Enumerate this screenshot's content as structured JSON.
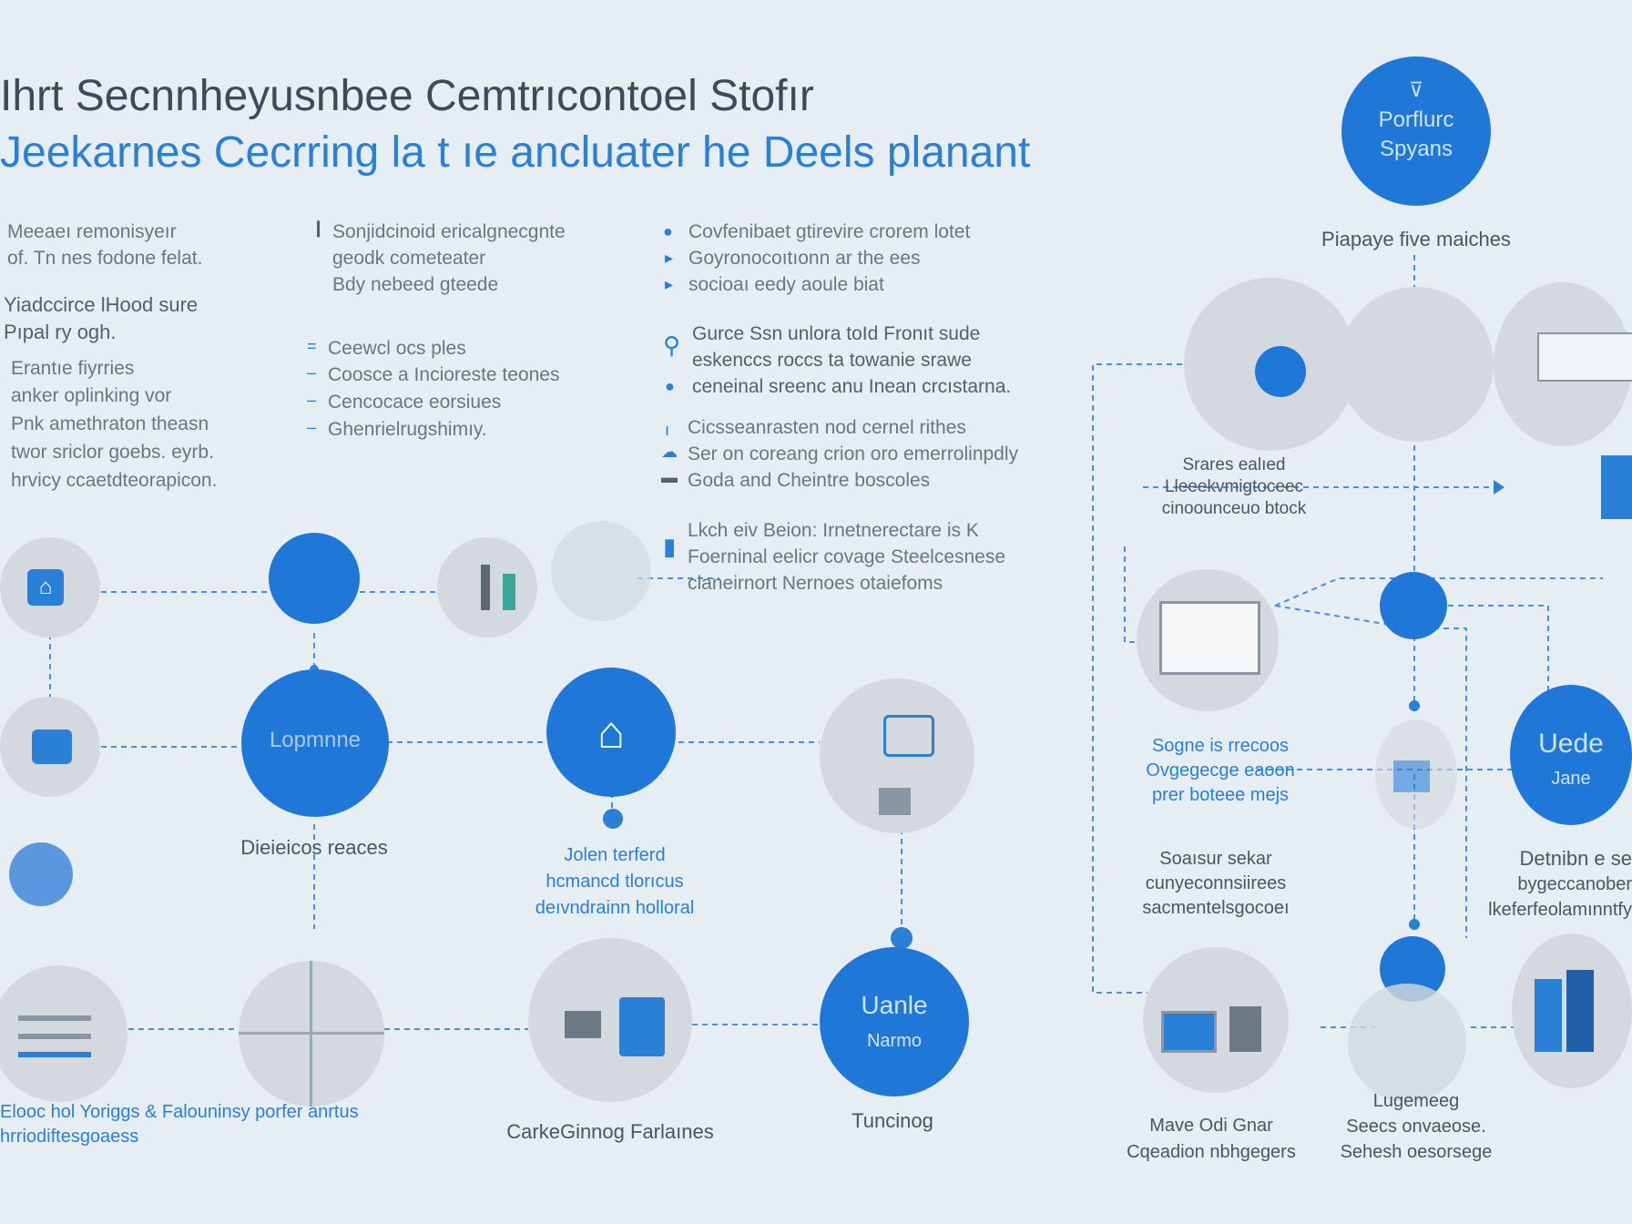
{
  "header": {
    "title_line1": "Ihrt Secnnheyusnbee Cemtrıcontoel Stofır",
    "title_line2": "Jeekarnes Cecrring la t ıe ancluater he Deels planant"
  },
  "top_badge": {
    "label1": "Porflurc",
    "label2": "Spyans",
    "caption": "Piapaye five maiches"
  },
  "col1": {
    "lines": [
      "Meeaeı remonisyeır",
      "of. Tn nes fodone felat.",
      "Yiadccirce lHood sure",
      "Pıpal ry ogh.",
      "Erantıe fiyrries",
      "anker oplinking vor",
      "Pnk amethraton theasn",
      "twor sriclor goebs. eyrb.",
      "hrvicy ccaetdteorapicon."
    ]
  },
  "col2": {
    "block1": [
      "Sonjidcinoid ericalgnecgnte",
      "geodk cometeater",
      "Bdy nebeed gteede"
    ],
    "block2": [
      "Ceewcl ocs ples",
      "Coosce a Incioreste teones",
      "Cencocace eorsiues",
      "Ghenrielrugshimıy."
    ]
  },
  "col3": {
    "block1": [
      "Covfenibaet gtirevire crorem lotet",
      "Goyronocoıtıonn ar the ees",
      "socioaı eedy aoule biat"
    ],
    "block2": [
      "Gurce Ssn unlora toId Fronıt sude",
      "eskenccs roccs ta towanie srawe",
      "ceneinal sreenc anu Inean crcıstarna."
    ],
    "block3": [
      "Cicsseanrasten nod cernel rithes",
      "Ser on coreang crion oro emerrolinpdly",
      "Goda and Cheintre boscoles"
    ],
    "block4": [
      "Lkch eiv Beion: Irnetnerectare is K",
      "Foerninal eelicr covage Steelcesnese",
      "claneirnort Nernoes otaiefoms"
    ]
  },
  "nodes": {
    "left_top_blue": "",
    "middle_blue_label": "Lopmnne",
    "middle_blue_caption": "Dieieicos reaces",
    "house_caption": [
      "Jolen terferd",
      "hcmancd tlorıcus",
      "deıvndrainn holloral"
    ],
    "bottom_blue_line1": "Uanle",
    "bottom_blue_line2": "Narmo",
    "bottom_blue_caption": "Tuncinog",
    "bottom_left_caption": "Elooc hol Yoriggs & Falouninsy porfer anrtus",
    "bottom_left_caption2": "hrriodiftesgoaess",
    "bottom_mid_caption": "CarkeGinnog Farlaınes",
    "right_mid_caption": [
      "Srares ealıed",
      "Lleeekvmigtoceec",
      "cinoounceuo btock"
    ],
    "right_bottom_caption_a": [
      "Sogne is rrecoos",
      "Ovgegecge eaoon",
      "prer boteee mejs"
    ],
    "right_bottom_caption_b": [
      "Soaısur sekar",
      "cunyeconnsiirees",
      "sacmentelsgocoeı"
    ],
    "right_blue_line1": "Uede",
    "right_blue_line2": "Jane",
    "right_blue_caption": [
      "Detnibn e se",
      "bygeccanober",
      "lkeferfeolamınntfy"
    ],
    "far_bottom_a": [
      "Mave Odi Gnar",
      "Cqeadion nbhgegers"
    ],
    "far_bottom_b": [
      "Lugemeeg",
      "Seecs onvaeose.",
      "Sehesh oesorsege"
    ]
  },
  "colors": {
    "accent": "#1f78d8",
    "text": "#4b5662",
    "bg": "#e6edf3",
    "node_gray": "#d3d9df"
  }
}
